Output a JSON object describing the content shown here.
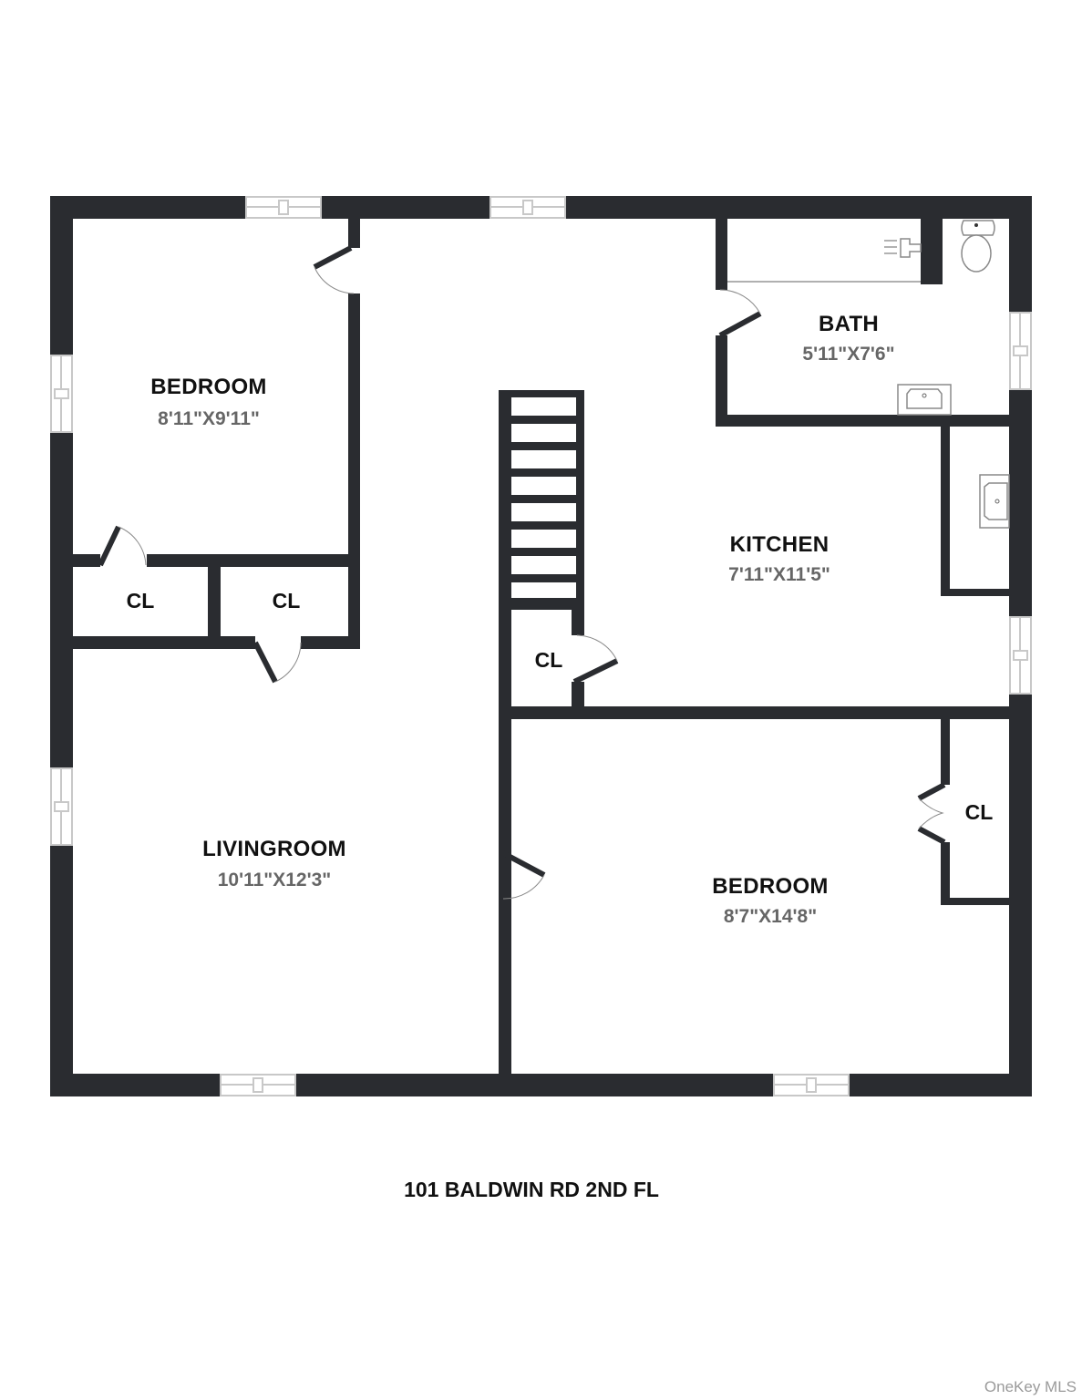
{
  "floorplan": {
    "title": "101 BALDWIN RD 2ND FL",
    "watermark": "OneKey MLS",
    "rooms": [
      {
        "name": "BEDROOM",
        "dimensions": "8'11\"X9'11\""
      },
      {
        "name": "BATH",
        "dimensions": "5'11\"X7'6\""
      },
      {
        "name": "KITCHEN",
        "dimensions": "7'11\"X11'5\""
      },
      {
        "name": "LIVINGROOM",
        "dimensions": "10'11\"X12'3\""
      },
      {
        "name": "BEDROOM",
        "dimensions": "8'7\"X14'8\""
      }
    ],
    "closets": [
      {
        "label": "CL"
      },
      {
        "label": "CL"
      },
      {
        "label": "CL"
      },
      {
        "label": "CL"
      }
    ],
    "colors": {
      "wall": "#2a2c30",
      "window": "#c8c8c8",
      "room_label": "#111111",
      "dimension_label": "#666666",
      "watermark": "#9a9a9a"
    }
  }
}
